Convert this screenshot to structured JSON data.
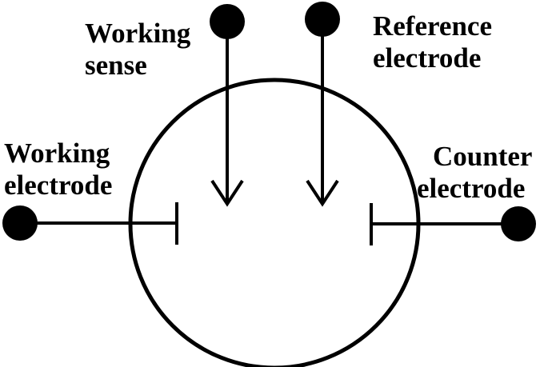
{
  "labels": {
    "working_sense": {
      "line1": "Working",
      "line2": "sense"
    },
    "reference_electrode": {
      "line1": "Reference",
      "line2": "electrode"
    },
    "working_electrode": {
      "line1": "Working",
      "line2": "electrode"
    },
    "counter_electrode": {
      "line1": "Counter",
      "line2": "electrode"
    }
  },
  "colors": {
    "stroke": "#000000",
    "background": "#ffffff"
  }
}
